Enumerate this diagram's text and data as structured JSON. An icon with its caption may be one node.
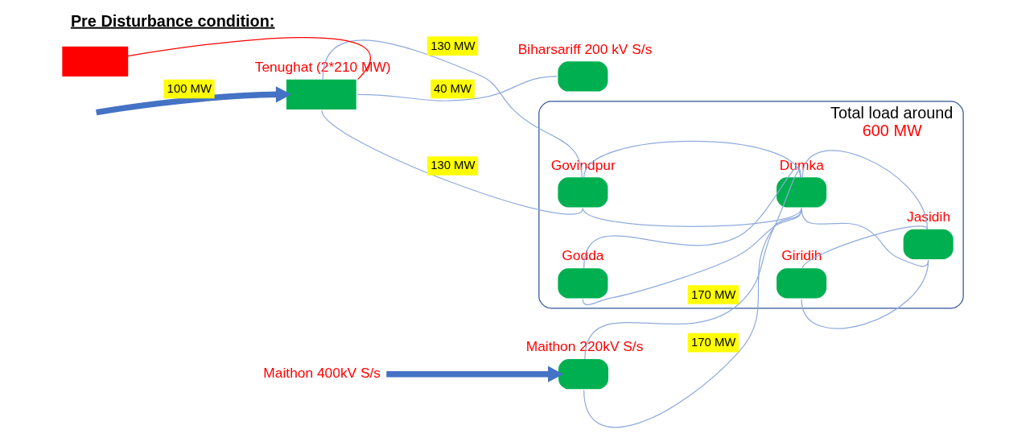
{
  "diagram": {
    "title": "Pre Disturbance condition:",
    "nodes": [
      {
        "text": [
          "Biharsariff 200 kV S/s"
        ]
      },
      {
        "text": [
          "Tenughat (2*210 MW)"
        ]
      },
      {
        "text": [],
        "shape": "box"
      },
      {
        "text": [
          "Total load around",
          "600 MW"
        ]
      },
      {
        "text": [
          "Govindpur"
        ],
        "in": 3
      },
      {
        "text": [
          "Godda"
        ],
        "in": 3
      },
      {
        "text": [
          "Giridih"
        ],
        "in": 3
      },
      {
        "text": [
          "Dumka"
        ],
        "in": 3
      },
      {
        "text": [
          "Jasidih"
        ],
        "in": 3
      },
      {
        "text": [
          "Maithon 400kV S/s"
        ]
      },
      {
        "text": [
          "Maithon 220kV S/s"
        ]
      }
    ],
    "edges": [
      {
        "from": 1,
        "to": 0,
        "arrow": "none",
        "label": "40 MW"
      },
      {
        "from": 2,
        "to": 1,
        "arrow": "none",
        "color": "#ff0000"
      },
      {
        "from": null,
        "to": 1,
        "arrow": "to",
        "label": "100 MW",
        "style": "thick",
        "color": "#4472c4"
      },
      {
        "from": 1,
        "to": 4,
        "arrow": "none",
        "label": "130 MW"
      },
      {
        "from": 1,
        "to": 4,
        "arrow": "none",
        "label": "130 MW"
      },
      {
        "from": 4,
        "to": 7,
        "arrow": "none"
      },
      {
        "from": 4,
        "to": 7,
        "arrow": "none"
      },
      {
        "from": 5,
        "to": 7,
        "arrow": "none"
      },
      {
        "from": 5,
        "to": 7,
        "arrow": "none"
      },
      {
        "from": 6,
        "to": 8,
        "arrow": "none"
      },
      {
        "from": 6,
        "to": 8,
        "arrow": "none"
      },
      {
        "from": 9,
        "to": 10,
        "arrow": "to",
        "style": "thick",
        "color": "#4472c4"
      },
      {
        "from": 10,
        "to": 7,
        "arrow": "none",
        "label": "170 MW"
      },
      {
        "from": 10,
        "to": 7,
        "arrow": "none",
        "label": "170 MW"
      },
      {
        "from": 7,
        "to": 8,
        "arrow": "none"
      },
      {
        "from": 7,
        "to": 8,
        "arrow": "none"
      }
    ]
  }
}
